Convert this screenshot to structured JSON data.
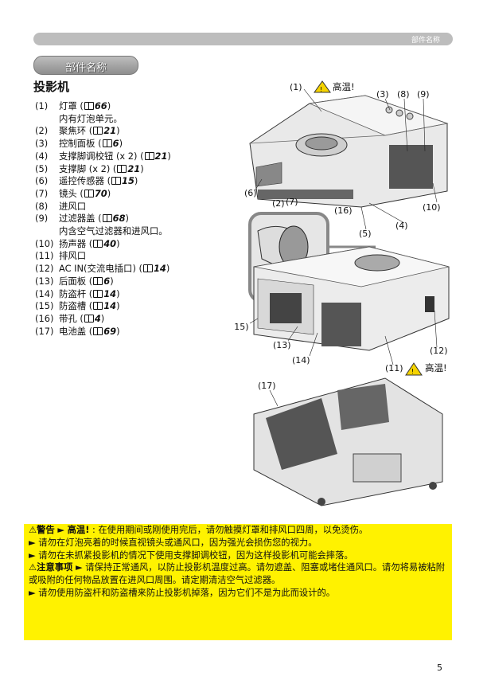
{
  "header": {
    "section_tag": "部件名称"
  },
  "section_title": "部件名称",
  "page_title": "投影机",
  "parts": [
    {
      "num": "(1)",
      "text": "灯罩 (",
      "ref": "66",
      "suffix": ")",
      "note": "内有灯泡单元。"
    },
    {
      "num": "(2)",
      "text": "聚焦环 (",
      "ref": "21",
      "suffix": ")"
    },
    {
      "num": "(3)",
      "text": "控制面板 (",
      "ref": "6",
      "suffix": ")"
    },
    {
      "num": "(4)",
      "text": "支撑脚调校钮 (x 2) (",
      "ref": "21",
      "suffix": ")"
    },
    {
      "num": "(5)",
      "text": "支撑脚 (x 2) (",
      "ref": "21",
      "suffix": ")"
    },
    {
      "num": "(6)",
      "text": "遥控传感器 (",
      "ref": "15",
      "suffix": ")"
    },
    {
      "num": "(7)",
      "text": "镜头 (",
      "ref": "70",
      "suffix": ")"
    },
    {
      "num": "(8)",
      "text": "进风口"
    },
    {
      "num": "(9)",
      "text": "过滤器盖 (",
      "ref": "68",
      "suffix": ")",
      "note": "内含空气过滤器和进风口。"
    },
    {
      "num": "(10)",
      "text": "扬声器 (",
      "ref": "40",
      "suffix": ")"
    },
    {
      "num": "(11)",
      "text": "排风口"
    },
    {
      "num": "(12)",
      "text": "AC IN(交流电插口) (",
      "ref": "14",
      "suffix": ")"
    },
    {
      "num": "(13)",
      "text": "后面板 (",
      "ref": "6",
      "suffix": ")"
    },
    {
      "num": "(14)",
      "text": "防盗杆 (",
      "ref": "14",
      "suffix": ")"
    },
    {
      "num": "(15)",
      "text": "防盗槽 (",
      "ref": "14",
      "suffix": ")"
    },
    {
      "num": "(16)",
      "text": "带孔 (",
      "ref": "4",
      "suffix": ")"
    },
    {
      "num": "(17)",
      "text": "电池盖 (",
      "ref": "69",
      "suffix": ")"
    }
  ],
  "figure": {
    "callouts": {
      "c1": "(1)",
      "c2": "(2)",
      "c3": "(3)",
      "c4": "(4)",
      "c5": "(5)",
      "c6": "(6)",
      "c7": "(7)",
      "c8": "(8)",
      "c9": "(9)",
      "c10": "(10)",
      "c11": "(11)",
      "c12": "(12)",
      "c13": "(13)",
      "c14": "(14)",
      "c15": "(15)",
      "c16": "(16)",
      "c17": "(17)"
    },
    "hot_label_1": "高温!",
    "hot_label_2": "高温!"
  },
  "warnings": {
    "warning_label": "警告",
    "hot_label": "高温!",
    "hot_text": ": 在使用期间或刚使用完后，请勿触摸灯罩和排风口四周，以免烫伤。",
    "item1": "请勿在灯泡亮着的时候直视镜头或通风口，因为强光会损伤您的视力。",
    "item2": "请勿在未抓紧投影机的情况下使用支撑脚调校钮，因为这样投影机可能会摔落。",
    "caution_label": "注意事项",
    "caution_text": "请保持正常通风，以防止投影机温度过高。请勿遮盖、阻塞或堵住通风口。请勿将易被粘附或吸附的任何物品放置在进风口周围。请定期清洁空气过滤器。",
    "item3": "请勿使用防盗杆和防盗槽来防止投影机掉落，因为它们不是为此而设计的。"
  },
  "page_number": "5",
  "colors": {
    "warning_bg": "#fff200",
    "header_bar": "#bdbdbd"
  }
}
